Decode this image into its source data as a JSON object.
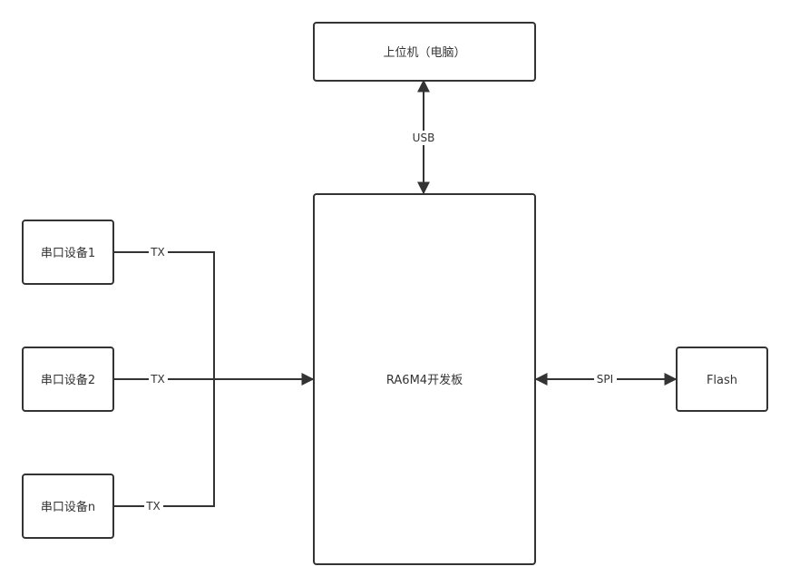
{
  "diagram": {
    "nodes": {
      "host": {
        "label": "上位机（电脑）"
      },
      "board": {
        "label": "RA6M4开发板"
      },
      "serial1": {
        "label": "串口设备1"
      },
      "serial2": {
        "label": "串口设备2"
      },
      "serialn": {
        "label": "串口设备n"
      },
      "flash": {
        "label": "Flash"
      }
    },
    "edges": {
      "usb": {
        "label": "USB",
        "direction": "bidirectional"
      },
      "tx1": {
        "label": "TX",
        "direction": "to-board"
      },
      "tx2": {
        "label": "TX",
        "direction": "to-board"
      },
      "txn": {
        "label": "TX",
        "direction": "to-board"
      },
      "spi": {
        "label": "SPI",
        "direction": "bidirectional"
      }
    },
    "colors": {
      "stroke": "#333333",
      "fill": "#ffffff",
      "text": "#333333"
    }
  }
}
